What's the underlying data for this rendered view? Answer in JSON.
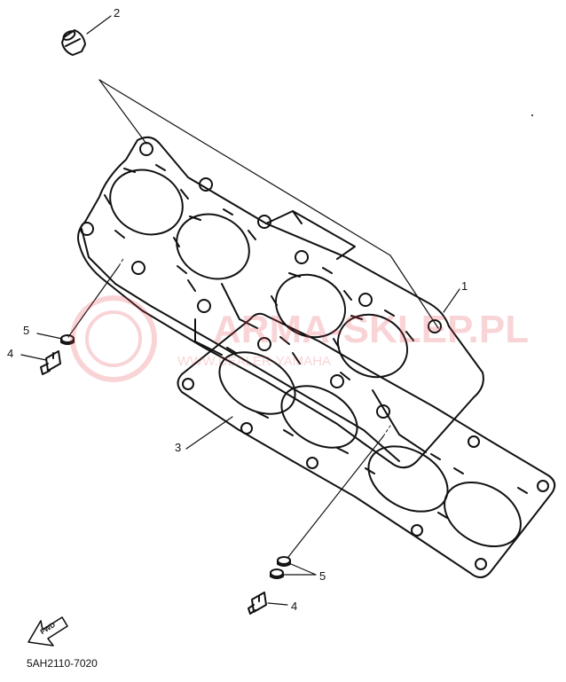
{
  "callouts": {
    "c1": "1",
    "c2": "2",
    "c3": "3",
    "c4a": "4",
    "c4b": "4",
    "c5a": "5",
    "c5b": "5"
  },
  "fwd_label": "FWD",
  "diagram_code": "5AH2110-7020",
  "watermark": {
    "main": "ARMA-SKLEP.PL",
    "sub": "WWW.DEALER-YAMAHA",
    "color": "#e8424f"
  },
  "colors": {
    "line": "#111111",
    "background": "#ffffff"
  }
}
